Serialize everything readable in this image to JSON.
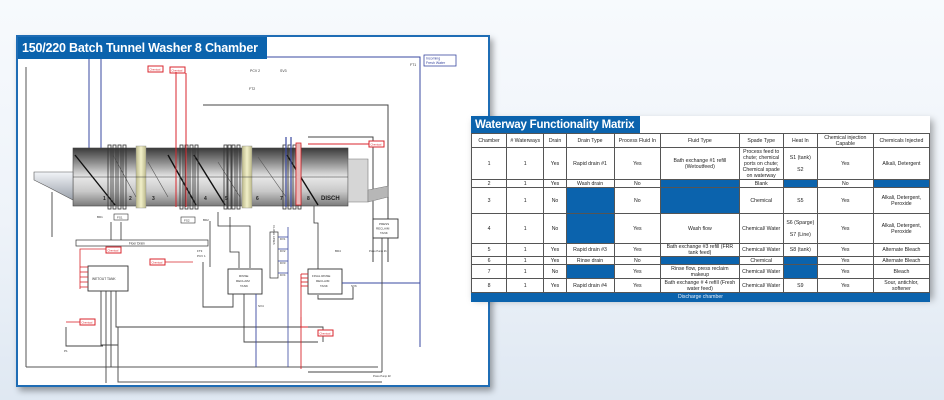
{
  "diagram": {
    "title": "150/220 Batch Tunnel Washer 8 Chamber",
    "labels": {
      "incoming_fresh_water_line1": "Incoming",
      "incoming_fresh_water_line2": "Fresh Water",
      "ft1": "FT1",
      "pcv2": "PCV 2",
      "sv3": "SV3",
      "ft2": "FT2",
      "floor_drain": "Floor Drain",
      "wetout_tank": "WETOUT TANK",
      "rinse_reclaim_tank_1": "RINSE",
      "rinse_reclaim_tank_2": "RECLAIM",
      "rinse_reclaim_tank_3": "TANK",
      "final_rinse_tank_1": "FINAL RINSE",
      "final_rinse_tank_2": "RECLAIM",
      "final_rinse_tank_3": "TANK",
      "press_reclaim_tank_1": "PRESS",
      "press_reclaim_tank_2": "RECLAIM",
      "press_reclaim_tank_3": "TANK",
      "flush_lines": "FLUSH LINES",
      "disch": "DISCH",
      "fs1": "FS1",
      "fs2": "FS2",
      "ft3": "FT3",
      "pcv1": "PCV 1",
      "bd1": "BD1",
      "bd2": "BD2",
      "bd3": "BD3",
      "bd4": "BD4",
      "sv2": "SV2",
      "sv4": "SV4",
      "sv6": "SV6",
      "dv1": "DV1",
      "dv2": "DV2",
      "dv3": "DV3",
      "dv4": "DV4",
      "press_pump": "Press Pump #1",
      "press_pump_2": "Press Pump #2",
      "p1": "P1",
      "p2": "P2",
      "p3": "P3",
      "p4": "P4",
      "s1": "S1",
      "s2": "S2",
      "s3": "S3",
      "s4": "S4",
      "steam": "Steam",
      "chemical": "Chemical",
      "chute_discharge": "PRESS RECLAIM LINE",
      "chambers": [
        "1",
        "2",
        "3",
        "4",
        "5",
        "6",
        "7",
        "8"
      ]
    }
  },
  "matrix": {
    "title": "Waterway Functionality Matrix",
    "columns": [
      "Chamber",
      "# Waterways",
      "Drain",
      "Drain Type",
      "Process Fluid In",
      "Fluid Type",
      "Spade Type",
      "Heat In",
      "Chemical injection Capable",
      "Chemicals Injected"
    ],
    "rows": [
      {
        "chamber": "1",
        "waterways": "1",
        "drain": "Yes",
        "drain_type": "Rapid drain #1",
        "process_fluid_in": "Yes",
        "fluid_type": "Bath exchange #1 refill (Wetoutfeed)",
        "spade_type": "Process feed to chute; chemical ports on chute; Chemical spade on waterway",
        "heat_in": "S1 (tank)\n\nS2",
        "chem_capable": "Yes",
        "chemicals": "Alkali, Detergent"
      },
      {
        "chamber": "2",
        "waterways": "1",
        "drain": "Yes",
        "drain_type": "Wash drain",
        "process_fluid_in": "No",
        "fluid_type": "",
        "spade_type": "Blank",
        "heat_in": "",
        "chem_capable": "No",
        "chemicals": ""
      },
      {
        "chamber": "3",
        "waterways": "1",
        "drain": "No",
        "drain_type": "",
        "process_fluid_in": "No",
        "fluid_type": "",
        "spade_type": "Chemical",
        "heat_in": "S5",
        "chem_capable": "Yes",
        "chemicals": "Alkali, Detergent, Peroxide"
      },
      {
        "chamber": "4",
        "waterways": "1",
        "drain": "No",
        "drain_type": "",
        "process_fluid_in": "Yes",
        "fluid_type": "Wash flow",
        "spade_type": "Chemical/ Water",
        "heat_in": "S6 (Sparge)\n\nS7 (Line)",
        "chem_capable": "Yes",
        "chemicals": "Alkali, Detergent, Peroxide"
      },
      {
        "chamber": "5",
        "waterways": "1",
        "drain": "Yes",
        "drain_type": "Rapid drain #3",
        "process_fluid_in": "Yes",
        "fluid_type": "Bath exchange #3 refill (FRR tank feed)",
        "spade_type": "Chemical/ Water",
        "heat_in": "S8 (tank)",
        "chem_capable": "Yes",
        "chemicals": "Alternate Bleach"
      },
      {
        "chamber": "6",
        "waterways": "1",
        "drain": "Yes",
        "drain_type": "Rinse drain",
        "process_fluid_in": "No",
        "fluid_type": "",
        "spade_type": "Chemical",
        "heat_in": "",
        "chem_capable": "Yes",
        "chemicals": "Alternate Bleach"
      },
      {
        "chamber": "7",
        "waterways": "1",
        "drain": "No",
        "drain_type": "",
        "process_fluid_in": "Yes",
        "fluid_type": "Rinse flow, press reclaim makeup",
        "spade_type": "Chemical/ Water",
        "heat_in": "",
        "chem_capable": "Yes",
        "chemicals": "Bleach"
      },
      {
        "chamber": "8",
        "waterways": "1",
        "drain": "Yes",
        "drain_type": "Rapid drain #4",
        "process_fluid_in": "Yes",
        "fluid_type": "Bath exchange # 4 refill (Fresh water feed)",
        "spade_type": "Chemical/ Water",
        "heat_in": "S9",
        "chem_capable": "Yes",
        "chemicals": "Sour, antichlor, softener"
      }
    ],
    "blue_cells": [
      [
        1,
        "fluid_type"
      ],
      [
        1,
        "heat_in"
      ],
      [
        1,
        "chemicals"
      ],
      [
        2,
        "drain_type"
      ],
      [
        2,
        "fluid_type"
      ],
      [
        3,
        "drain_type"
      ],
      [
        5,
        "fluid_type"
      ],
      [
        5,
        "heat_in"
      ],
      [
        6,
        "drain_type"
      ],
      [
        6,
        "heat_in"
      ]
    ],
    "footer": "Discharge chamber"
  },
  "colors": {
    "brand_blue": "#0b63ad",
    "chemical_red": "#d8262c",
    "water_line_blue": "#3a48a0",
    "drain_line_dark": "#444444"
  }
}
